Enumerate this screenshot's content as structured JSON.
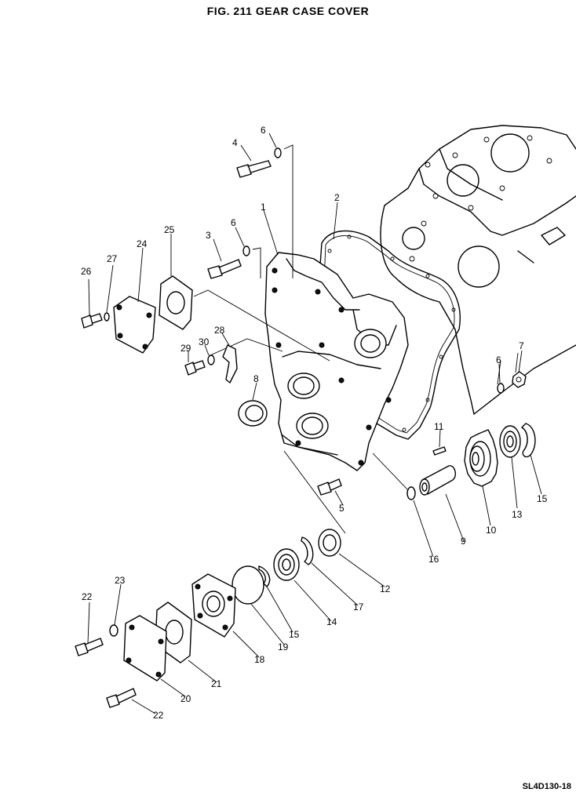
{
  "figure": {
    "title": "FIG. 211  GEAR  CASE  COVER",
    "drawing_code": "SL4D130-18"
  },
  "callouts": {
    "c1": "1",
    "c2": "2",
    "c3": "3",
    "c4": "4",
    "c5": "5",
    "c6a": "6",
    "c6b": "6",
    "c6c": "6",
    "c7": "7",
    "c8": "8",
    "c9": "9",
    "c10": "10",
    "c11": "11",
    "c12": "12",
    "c13": "13",
    "c14": "14",
    "c15a": "15",
    "c15b": "15",
    "c16": "16",
    "c17": "17",
    "c18": "18",
    "c19": "19",
    "c20": "20",
    "c21": "21",
    "c22a": "22",
    "c22b": "22",
    "c23": "23",
    "c24": "24",
    "c25": "25",
    "c26": "26",
    "c27": "27",
    "c28": "28",
    "c29": "29",
    "c30": "30"
  }
}
